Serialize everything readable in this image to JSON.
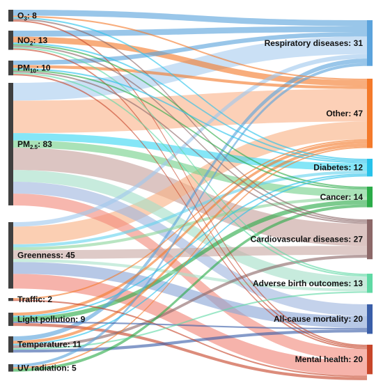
{
  "chart_data": {
    "type": "sankey",
    "sources": [
      {
        "id": "O3",
        "label": "O",
        "sub": "3",
        "suffix": ": 8",
        "value": 8
      },
      {
        "id": "NO2",
        "label": "NO",
        "sub": "2",
        "suffix": ": 13",
        "value": 13
      },
      {
        "id": "PM10",
        "label": "PM",
        "sub": "10",
        "suffix": ": 10",
        "value": 10
      },
      {
        "id": "PM25",
        "label": "PM",
        "sub": "2.5",
        "suffix": ": 83",
        "value": 83
      },
      {
        "id": "GRN",
        "label": "Greenness: 45",
        "value": 45
      },
      {
        "id": "TRF",
        "label": "Traffic: 2",
        "value": 2
      },
      {
        "id": "LP",
        "label": "Light pollution: 9",
        "value": 9
      },
      {
        "id": "TMP",
        "label": "Temperature: 11",
        "value": 11
      },
      {
        "id": "UV",
        "label": "UV radiation: 5",
        "value": 5
      }
    ],
    "targets": [
      {
        "id": "RESP",
        "label": "Respiratory diseases: 31",
        "value": 31,
        "color": "#5ba3dc"
      },
      {
        "id": "OTH",
        "label": "Other: 47",
        "value": 47,
        "color": "#f47a2b"
      },
      {
        "id": "DIA",
        "label": "Diabetes: 12",
        "value": 12,
        "color": "#27c2ea"
      },
      {
        "id": "CAN",
        "label": "Cancer: 14",
        "value": 14,
        "color": "#2bab48"
      },
      {
        "id": "CVD",
        "label": "Cardiovascular diseases: 27",
        "value": 27,
        "color": "#8c6868"
      },
      {
        "id": "ABO",
        "label": "Adverse birth outcomes: 13",
        "value": 13,
        "color": "#5fd9a4"
      },
      {
        "id": "ACM",
        "label": "All-cause mortality: 20",
        "value": 20,
        "color": "#3a5ea8"
      },
      {
        "id": "MH",
        "label": "Mental health: 20",
        "value": 20,
        "color": "#c7462a"
      }
    ],
    "links": [
      {
        "source": "O3",
        "target": "RESP",
        "value": 4
      },
      {
        "source": "O3",
        "target": "OTH",
        "value": 1
      },
      {
        "source": "O3",
        "target": "DIA",
        "value": 1
      },
      {
        "source": "O3",
        "target": "CVD",
        "value": 1
      },
      {
        "source": "O3",
        "target": "MH",
        "value": 1
      },
      {
        "source": "NO2",
        "target": "RESP",
        "value": 4
      },
      {
        "source": "NO2",
        "target": "OTH",
        "value": 4
      },
      {
        "source": "NO2",
        "target": "DIA",
        "value": 1
      },
      {
        "source": "NO2",
        "target": "CAN",
        "value": 1
      },
      {
        "source": "NO2",
        "target": "CVD",
        "value": 1
      },
      {
        "source": "NO2",
        "target": "ABO",
        "value": 1
      },
      {
        "source": "NO2",
        "target": "MH",
        "value": 1
      },
      {
        "source": "PM10",
        "target": "RESP",
        "value": 3
      },
      {
        "source": "PM10",
        "target": "OTH",
        "value": 2
      },
      {
        "source": "PM10",
        "target": "DIA",
        "value": 1
      },
      {
        "source": "PM10",
        "target": "CAN",
        "value": 1
      },
      {
        "source": "PM10",
        "target": "CVD",
        "value": 1
      },
      {
        "source": "PM10",
        "target": "ABO",
        "value": 1
      },
      {
        "source": "PM10",
        "target": "MH",
        "value": 1
      },
      {
        "source": "PM25",
        "target": "RESP",
        "value": 12
      },
      {
        "source": "PM25",
        "target": "OTH",
        "value": 22
      },
      {
        "source": "PM25",
        "target": "DIA",
        "value": 5
      },
      {
        "source": "PM25",
        "target": "CAN",
        "value": 5
      },
      {
        "source": "PM25",
        "target": "CVD",
        "value": 15
      },
      {
        "source": "PM25",
        "target": "ABO",
        "value": 8
      },
      {
        "source": "PM25",
        "target": "ACM",
        "value": 8
      },
      {
        "source": "PM25",
        "target": "MH",
        "value": 8
      },
      {
        "source": "GRN",
        "target": "RESP",
        "value": 3
      },
      {
        "source": "GRN",
        "target": "OTH",
        "value": 12
      },
      {
        "source": "GRN",
        "target": "DIA",
        "value": 2
      },
      {
        "source": "GRN",
        "target": "CAN",
        "value": 2
      },
      {
        "source": "GRN",
        "target": "CVD",
        "value": 6
      },
      {
        "source": "GRN",
        "target": "ABO",
        "value": 2
      },
      {
        "source": "GRN",
        "target": "ACM",
        "value": 8
      },
      {
        "source": "GRN",
        "target": "MH",
        "value": 10
      },
      {
        "source": "TRF",
        "target": "OTH",
        "value": 1
      },
      {
        "source": "TRF",
        "target": "MH",
        "value": 1
      },
      {
        "source": "LP",
        "target": "OTH",
        "value": 2
      },
      {
        "source": "LP",
        "target": "DIA",
        "value": 1
      },
      {
        "source": "LP",
        "target": "CAN",
        "value": 3
      },
      {
        "source": "LP",
        "target": "ACM",
        "value": 1
      },
      {
        "source": "LP",
        "target": "MH",
        "value": 2
      },
      {
        "source": "TMP",
        "target": "RESP",
        "value": 3
      },
      {
        "source": "TMP",
        "target": "OTH",
        "value": 2
      },
      {
        "source": "TMP",
        "target": "DIA",
        "value": 1
      },
      {
        "source": "TMP",
        "target": "CVD",
        "value": 2
      },
      {
        "source": "TMP",
        "target": "ABO",
        "value": 1
      },
      {
        "source": "TMP",
        "target": "ACM",
        "value": 2
      },
      {
        "source": "UV",
        "target": "RESP",
        "value": 2
      },
      {
        "source": "UV",
        "target": "OTH",
        "value": 1
      },
      {
        "source": "UV",
        "target": "CAN",
        "value": 2
      }
    ],
    "colors": {
      "source_bar": "#3f3f3f",
      "PM25_flow": {
        "RESP": "#a9cdef",
        "OTH": "#fab38a",
        "DIA": "#3ad6f2",
        "CAN": "#74d08a",
        "CVD": "#c7a19c",
        "ABO": "#a5dec8",
        "ACM": "#9fb6de",
        "MH": "#f28a7d"
      },
      "GRN_flow": {
        "RESP": "#9fc8ee",
        "OTH": "#f8b185",
        "DIA": "#66d3ee",
        "CAN": "#8cd59d",
        "CVD": "#c9aaa5",
        "ABO": "#a9e2ca",
        "ACM": "#8aa6d6",
        "MH": "#f08478"
      }
    }
  }
}
